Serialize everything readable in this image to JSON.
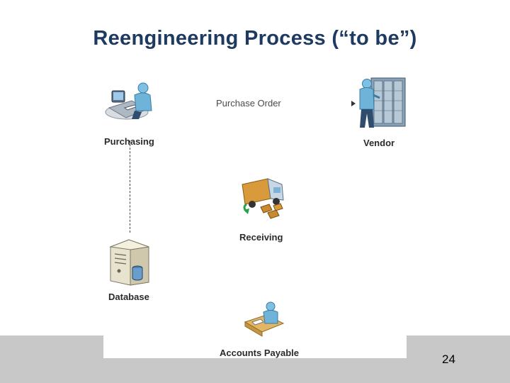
{
  "slide": {
    "title": "Reengineering Process (“to be”)",
    "page_number": "24"
  },
  "diagram": {
    "flow_label": "Purchase Order",
    "nodes": {
      "purchasing": "Purchasing",
      "vendor": "Vendor",
      "receiving": "Receiving",
      "database": "Database",
      "accounts_payable": "Accounts Payable"
    },
    "colors": {
      "title": "#1f3a60",
      "footer": "#c8c8c8",
      "person_shirt": "#6fb3d9",
      "truck_box": "#d89a3a"
    },
    "icons": [
      "computer-worker-icon",
      "server-rack-icon",
      "delivery-truck-icon",
      "database-server-icon",
      "desk-worker-icon"
    ]
  }
}
